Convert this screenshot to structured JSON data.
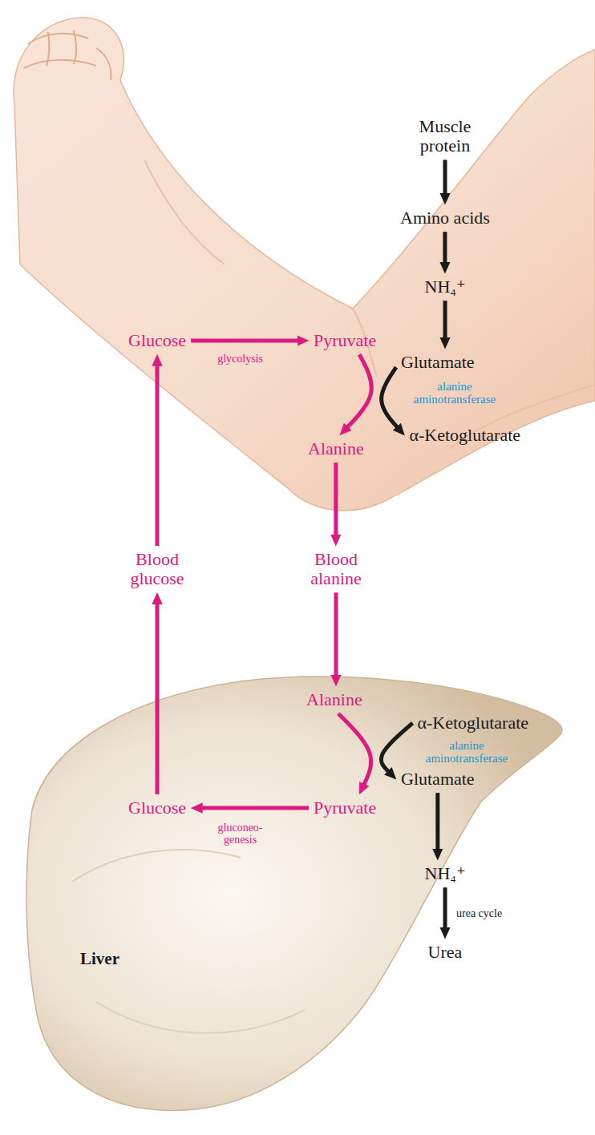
{
  "diagram": {
    "nodes": [
      {
        "text": [
          "Muscle protein"
        ]
      },
      {
        "text": [
          "Amino acids"
        ]
      },
      {
        "text": [
          "NH₄⁺"
        ]
      },
      {
        "text": [
          "Glucose"
        ]
      },
      {
        "text": [
          "Pyruvate"
        ]
      },
      {
        "text": [
          "Glutamate"
        ]
      },
      {
        "text": [
          "Alanine"
        ]
      },
      {
        "text": [
          "α-Ketoglutarate"
        ]
      },
      {
        "text": [
          "Blood glucose"
        ]
      },
      {
        "text": [
          "Blood alanine"
        ]
      },
      {
        "text": [
          "Alanine"
        ]
      },
      {
        "text": [
          "α-Ketoglutarate"
        ]
      },
      {
        "text": [
          "Glucose"
        ]
      },
      {
        "text": [
          "Pyruvate"
        ]
      },
      {
        "text": [
          "Glutamate"
        ]
      },
      {
        "text": [
          "NH₄⁺"
        ]
      },
      {
        "text": [
          "Urea"
        ]
      }
    ],
    "edges": [
      {
        "from": 0,
        "to": 1,
        "arrow": "to"
      },
      {
        "from": 1,
        "to": 2,
        "arrow": "to"
      },
      {
        "from": 2,
        "to": 5,
        "arrow": "to"
      },
      {
        "from": 3,
        "to": 4,
        "label": "glycolysis",
        "arrow": "to"
      },
      {
        "from": 4,
        "to": 6,
        "arrow": "to"
      },
      {
        "from": 5,
        "to": 7,
        "arrow": "to"
      },
      {
        "from": 6,
        "to": 9,
        "arrow": "to"
      },
      {
        "from": 9,
        "to": 10,
        "arrow": "to"
      },
      {
        "from": 10,
        "to": 13,
        "arrow": "to"
      },
      {
        "from": 11,
        "to": 14,
        "arrow": "to"
      },
      {
        "from": 13,
        "to": 12,
        "label": "gluconeo- genesis",
        "arrow": "to"
      },
      {
        "from": 12,
        "to": 8,
        "arrow": "to"
      },
      {
        "from": 8,
        "to": 3,
        "arrow": "to"
      },
      {
        "from": 14,
        "to": 15,
        "arrow": "to"
      },
      {
        "from": 15,
        "to": 16,
        "label": "urea cycle",
        "arrow": "to"
      }
    ],
    "labels": [
      "alanine aminotransferase",
      "alanine aminotransferase",
      "Liver"
    ]
  }
}
